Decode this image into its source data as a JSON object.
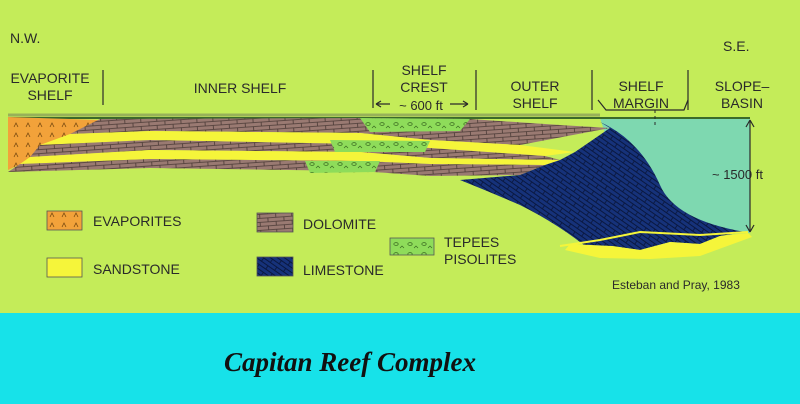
{
  "title": "Capitan Reef Complex",
  "credit": "Esteban and Pray, 1983",
  "directions": {
    "left": "N.W.",
    "right": "S.E."
  },
  "zones": [
    {
      "line1": "EVAPORITE",
      "line2": "SHELF"
    },
    {
      "line1": "INNER SHELF",
      "line2": ""
    },
    {
      "line1": "SHELF",
      "line2": "CREST"
    },
    {
      "line1": "OUTER",
      "line2": "SHELF"
    },
    {
      "line1": "SHELF",
      "line2": "MARGIN"
    },
    {
      "line1": "SLOPE–",
      "line2": "BASIN"
    }
  ],
  "dimensions": {
    "crest_width": "~ 600 ft",
    "basin_depth": "~ 1500 ft"
  },
  "legend": [
    {
      "label": "EVAPORITES",
      "color": "#f2a23a"
    },
    {
      "label": "SANDSTONE",
      "color": "#f5f53a"
    },
    {
      "label": "DOLOMITE",
      "color": "#9a7a72"
    },
    {
      "label": "LIMESTONE",
      "color": "#16327a"
    },
    {
      "label": "TEPEES",
      "color": "#8edc5a"
    },
    {
      "label": "PISOLITES",
      "color": "#8edc5a"
    }
  ],
  "colors": {
    "panel": "#c4ec59",
    "band": "#17e2e9",
    "basin_water": "#7ed8b0"
  }
}
